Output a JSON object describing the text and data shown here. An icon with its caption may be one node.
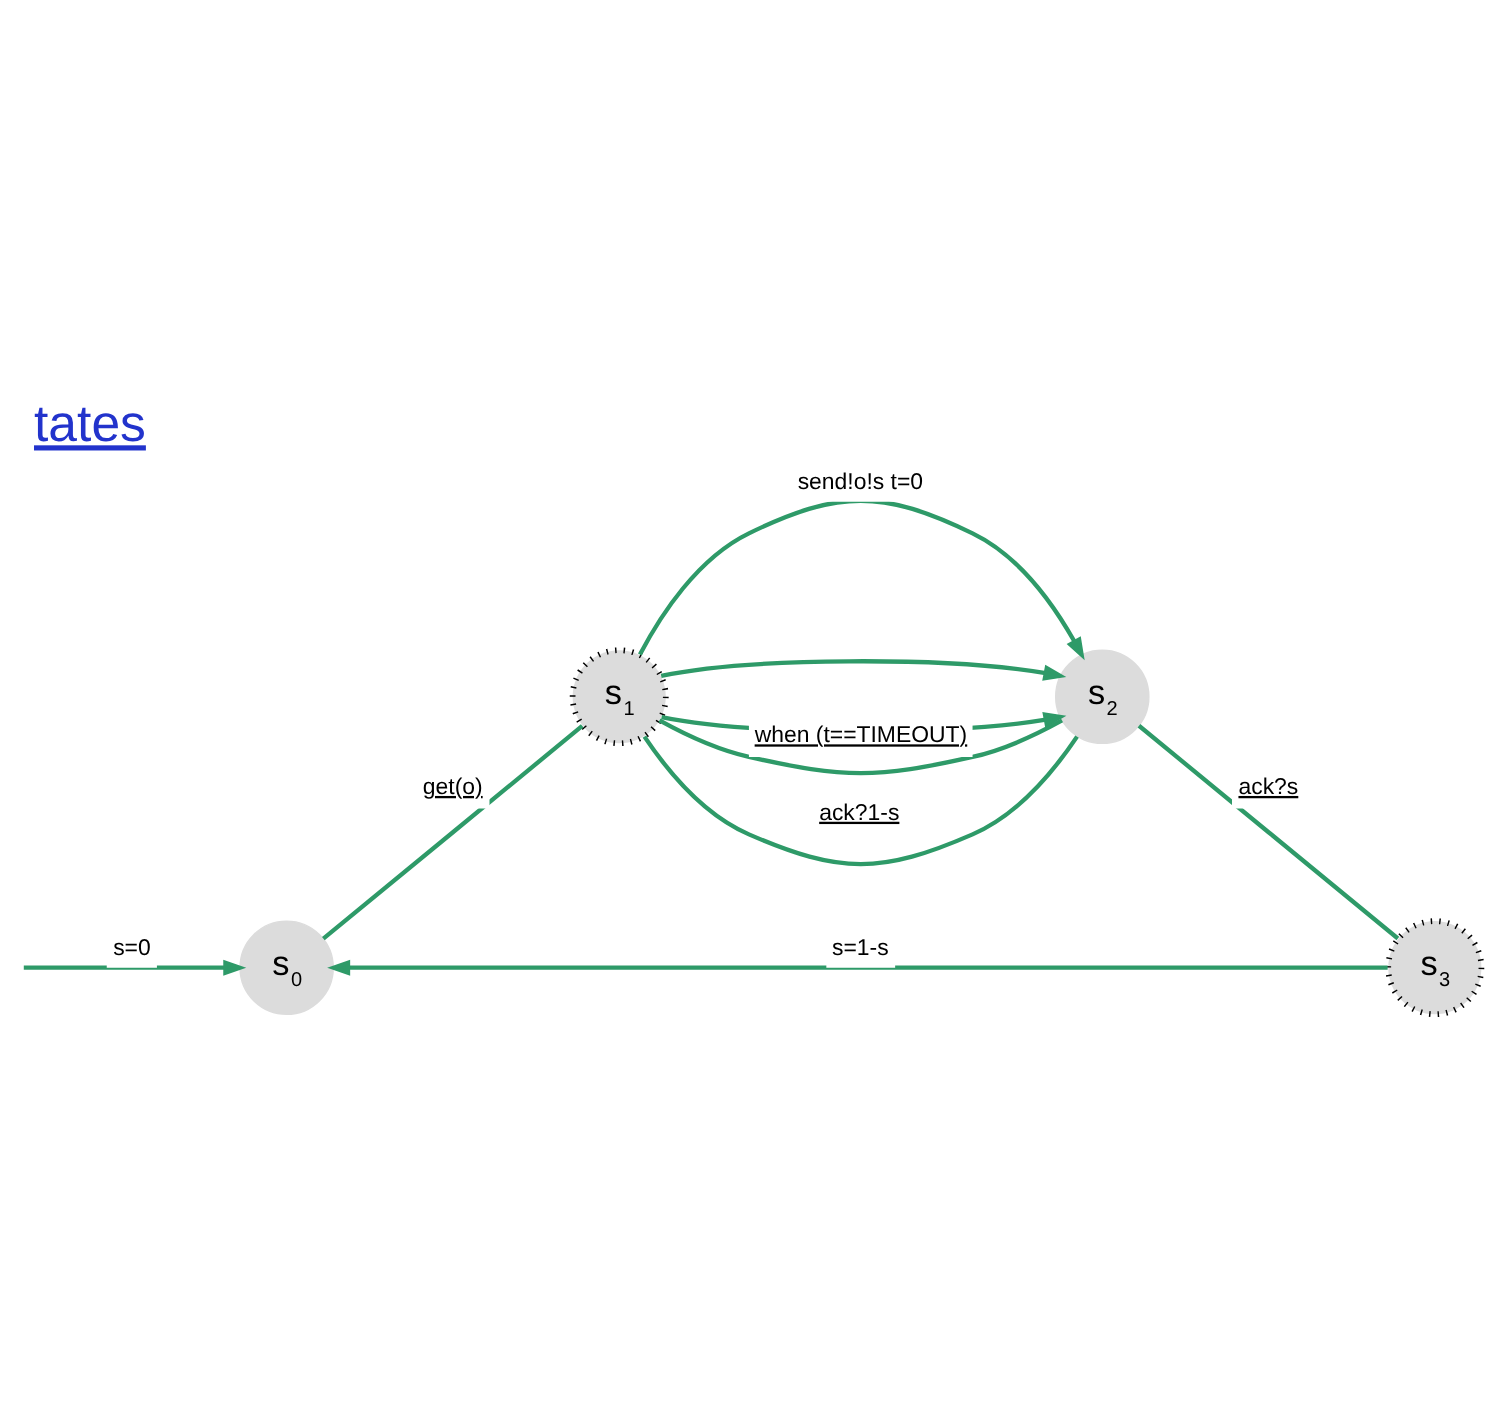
{
  "diagram": {
    "title": "tates",
    "nodes": [
      {
        "text": [
          "s$_{0}$"
        ]
      },
      {
        "text": [
          "s$_{1}$"
        ]
      },
      {
        "text": [
          "s$_{2}$"
        ]
      },
      {
        "text": [
          "s$_{3}$"
        ]
      }
    ],
    "edges": [
      {
        "from": null,
        "to": 0,
        "arrow": "to",
        "label": "s=0"
      },
      {
        "from": 0,
        "to": 1,
        "arrow": "none",
        "label": "get(o)"
      },
      {
        "from": 1,
        "to": 2,
        "arrow": "to",
        "label": "send!o!s t=0"
      },
      {
        "from": 1,
        "to": 2,
        "arrow": "to"
      },
      {
        "from": 1,
        "to": 2,
        "arrow": "to"
      },
      {
        "from": 2,
        "to": 1,
        "arrow": "none",
        "label": "when (t==TIMEOUT)"
      },
      {
        "from": 2,
        "to": 1,
        "arrow": "none",
        "label": "ack?1-s"
      },
      {
        "from": 2,
        "to": 3,
        "arrow": "none",
        "label": "ack?s"
      },
      {
        "from": 3,
        "to": 0,
        "arrow": "to",
        "label": "s=1-s"
      }
    ]
  }
}
